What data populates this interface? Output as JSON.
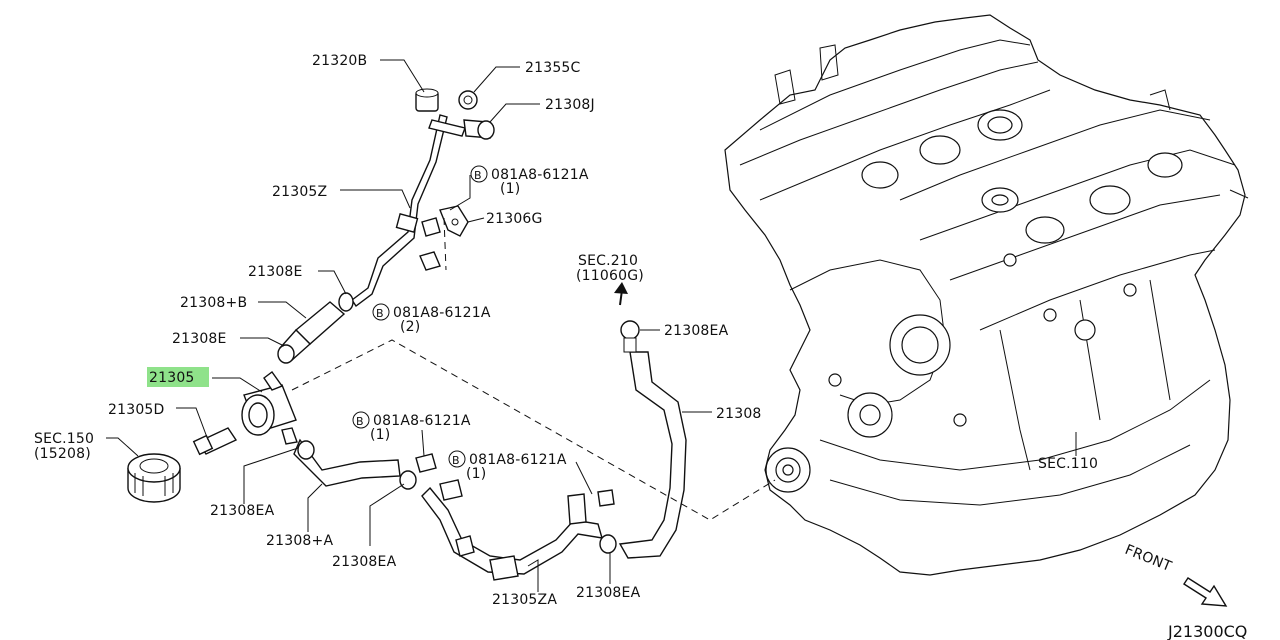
{
  "highlight_color": "#8fe28a",
  "diagram_code": "J21300CQ",
  "front_label": "FRONT",
  "bolt_marker": "B",
  "labels": {
    "p21320B": "21320B",
    "p21355C": "21355C",
    "p21308J": "21308J",
    "p21305Z": "21305Z",
    "bolt1_part": "081A8-6121A",
    "bolt1_qty": "(1)",
    "p21306G": "21306G",
    "p21308E_top": "21308E",
    "p21308B": "21308+B",
    "bolt2_part": "081A8-6121A",
    "bolt2_qty": "(2)",
    "p21308E_mid": "21308E",
    "p21305": "21305",
    "p21305D": "21305D",
    "sec150": "SEC.150",
    "sec150_sub": "(15208)",
    "p21308EA_left": "21308EA",
    "p21308A": "21308+A",
    "p21308EA_mid": "21308EA",
    "bolt3_part": "081A8-6121A",
    "bolt3_qty": "(1)",
    "bolt4_part": "081A8-6121A",
    "bolt4_qty": "(1)",
    "sec210": "SEC.210",
    "sec210_sub": "(11060G)",
    "p21308EA_top": "21308EA",
    "p21308": "21308",
    "p21305ZA": "21305ZA",
    "p21308EA_bottom": "21308EA",
    "sec110": "SEC.110"
  }
}
